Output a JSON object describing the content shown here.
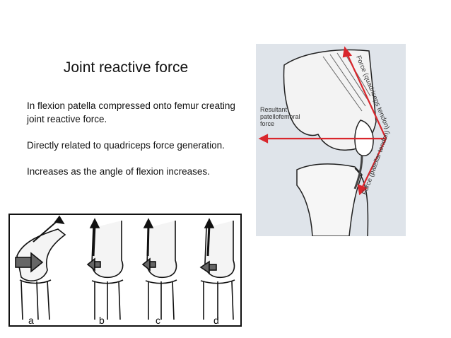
{
  "slide": {
    "title": "Joint reactive force",
    "paragraphs": [
      "In flexion patella compressed onto femur creating joint reactive force.",
      "Directly related to quadriceps force generation.",
      "Increases as the angle of flexion increases."
    ]
  },
  "knee_figure": {
    "label_resultant_lines": [
      "Resultant",
      "patellofemoral",
      "force"
    ],
    "label_quadriceps": "Force (quadriceps tendon)",
    "label_patellar": "Force (patellar tendon)",
    "arrow_color": "#d9262c",
    "background_color": "#dfe4ea"
  },
  "flexion_panels": {
    "labels": [
      "a",
      "b",
      "c",
      "d"
    ]
  }
}
